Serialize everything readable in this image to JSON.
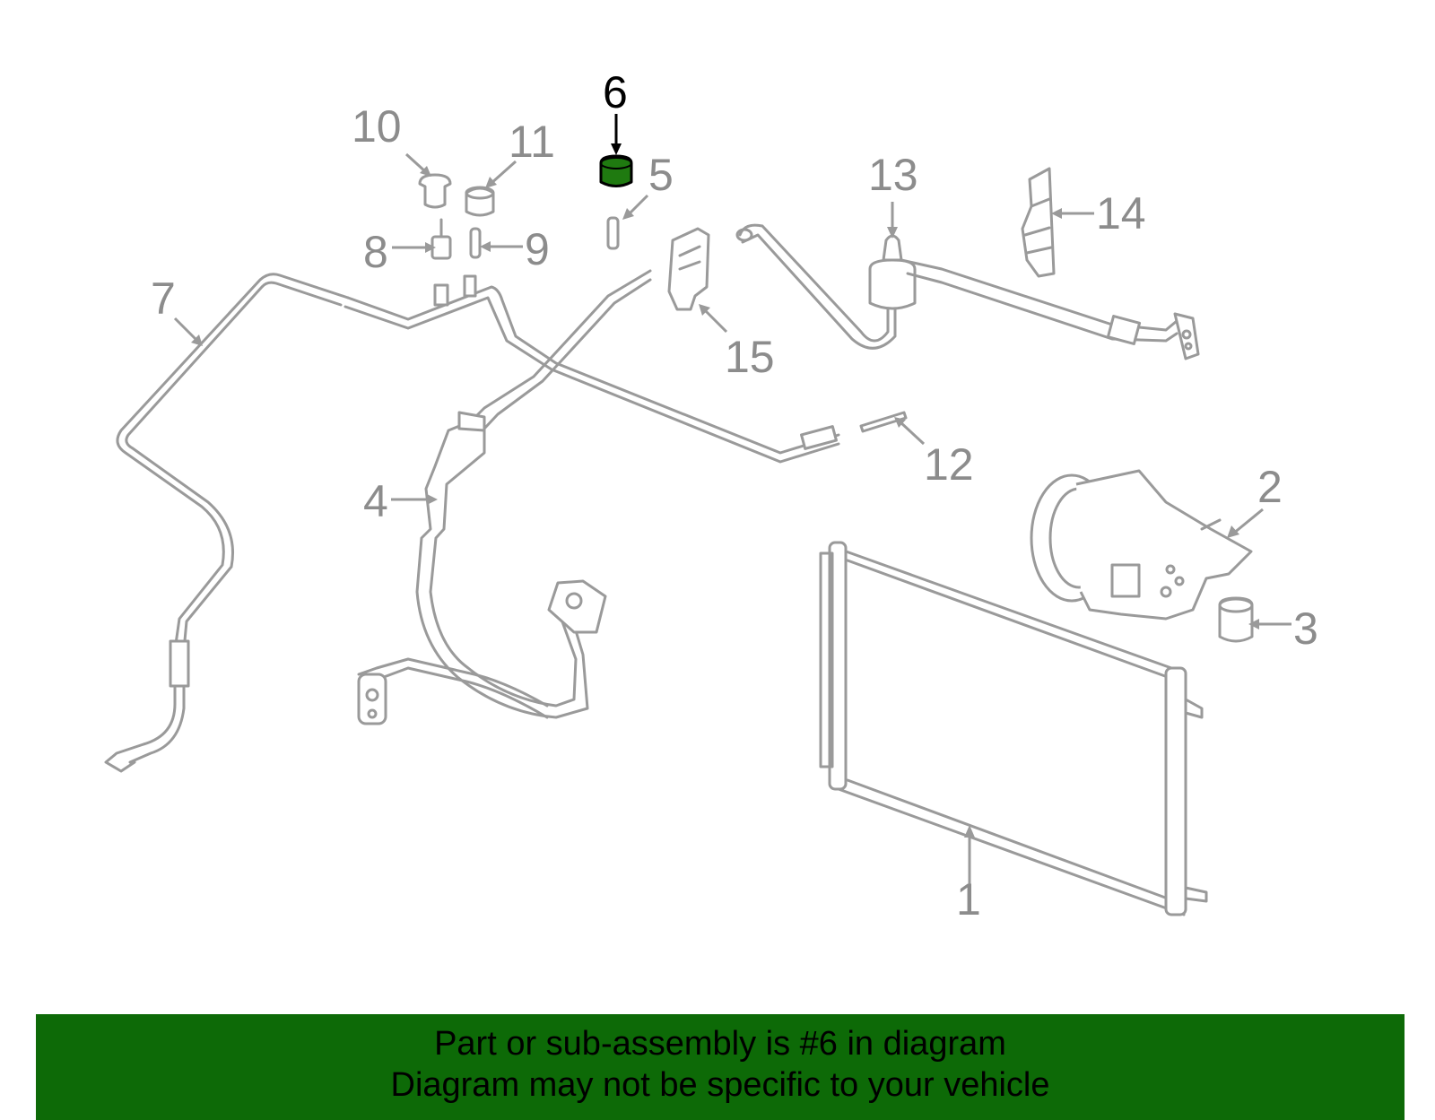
{
  "diagram": {
    "highlight_color": "#1f7a10",
    "callouts": {
      "c1": "1",
      "c2": "2",
      "c3": "3",
      "c4": "4",
      "c5": "5",
      "c6": "6",
      "c7": "7",
      "c8": "8",
      "c9": "9",
      "c10": "10",
      "c11": "11",
      "c12": "12",
      "c13": "13",
      "c14": "14",
      "c15": "15"
    },
    "highlighted_part": "6"
  },
  "banner": {
    "background": "#0d6a07",
    "line1": "Part or sub-assembly is #6 in diagram",
    "line2": "Diagram may not be specific to your vehicle"
  }
}
